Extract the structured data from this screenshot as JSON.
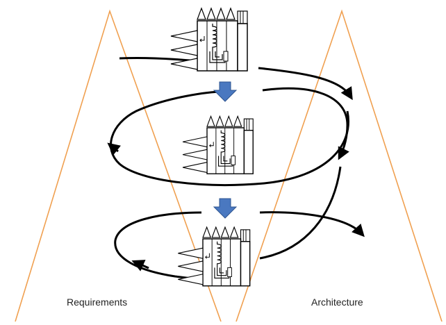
{
  "labels": {
    "left": "Requirements",
    "right": "Architecture"
  },
  "colors": {
    "background": "#ffffff",
    "triangle_stroke": "#f0a050",
    "spiral_stroke": "#000000",
    "down_arrow_fill": "#4a78c0",
    "down_arrow_stroke": "#2e5590",
    "building_stroke": "#000000",
    "building_fill": "#ffffff"
  },
  "diagram": {
    "triangles": [
      "left",
      "right"
    ],
    "iterations": 3,
    "step_arrow_count": 2,
    "icon": "building-icon"
  }
}
